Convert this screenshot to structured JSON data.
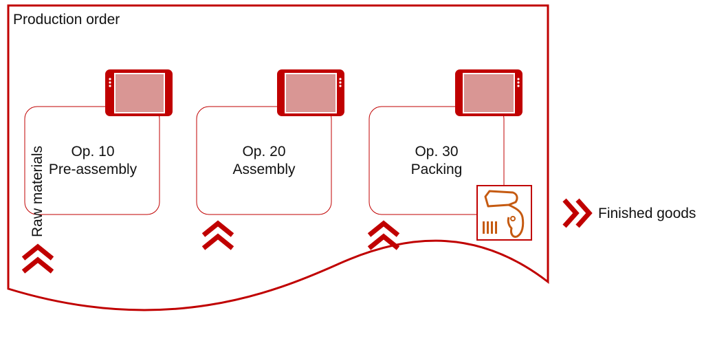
{
  "document": {
    "title": "Production order",
    "accent_color": "#c00000",
    "tablet_fill": "#d99694",
    "scanner_color": "#c55a11"
  },
  "operations": [
    {
      "number": "Op. 10",
      "name": "Pre-assembly"
    },
    {
      "number": "Op. 20",
      "name": "Assembly"
    },
    {
      "number": "Op. 30",
      "name": "Packing"
    }
  ],
  "inputs": {
    "raw_materials": "Raw materials"
  },
  "outputs": {
    "finished_goods": "Finished goods"
  },
  "icons": [
    "tablet-icon",
    "barcode-scanner-icon",
    "double-chevron-up-icon",
    "double-chevron-right-icon"
  ]
}
